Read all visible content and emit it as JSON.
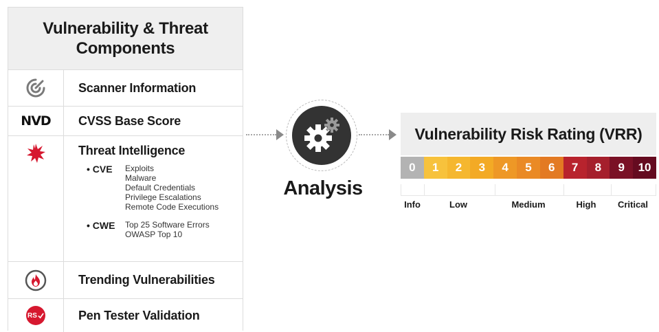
{
  "components": {
    "title": "Vulnerability & Threat Components",
    "rows": [
      {
        "label": "Scanner Information",
        "icon": "scanner-target-icon"
      },
      {
        "label": "CVSS Base Score",
        "icon": "nvd-logo",
        "logo_text": "NVD"
      },
      {
        "label": "Threat Intelligence",
        "icon": "threat-burst-icon",
        "groups": [
          {
            "bullet": "• CVE",
            "items": [
              "Exploits",
              "Malware",
              "Default Credentials",
              "Privilege Escalations",
              "Remote Code Executions"
            ]
          },
          {
            "bullet": "• CWE",
            "items": [
              "Top 25 Software Errors",
              "OWASP Top 10"
            ]
          }
        ]
      },
      {
        "label": "Trending Vulnerabilities",
        "icon": "flame-icon"
      },
      {
        "label": "Pen Tester Validation",
        "icon": "rs-check-icon",
        "logo_text": "RS"
      }
    ]
  },
  "analysis": {
    "label": "Analysis",
    "icon": "gears-icon"
  },
  "vrr": {
    "title": "Vulnerability Risk Rating (VRR)",
    "scale": [
      {
        "value": "0",
        "color": "#b3b3b3"
      },
      {
        "value": "1",
        "color": "#f7c23c"
      },
      {
        "value": "2",
        "color": "#f5b72f"
      },
      {
        "value": "3",
        "color": "#f3aa25"
      },
      {
        "value": "4",
        "color": "#ee9826"
      },
      {
        "value": "5",
        "color": "#ea8a25"
      },
      {
        "value": "6",
        "color": "#e37a23"
      },
      {
        "value": "7",
        "color": "#b8232d"
      },
      {
        "value": "8",
        "color": "#a51f2c"
      },
      {
        "value": "9",
        "color": "#7a1126"
      },
      {
        "value": "10",
        "color": "#650b20"
      }
    ],
    "severities": [
      "Info",
      "Low",
      "Medium",
      "High",
      "Critical"
    ]
  }
}
